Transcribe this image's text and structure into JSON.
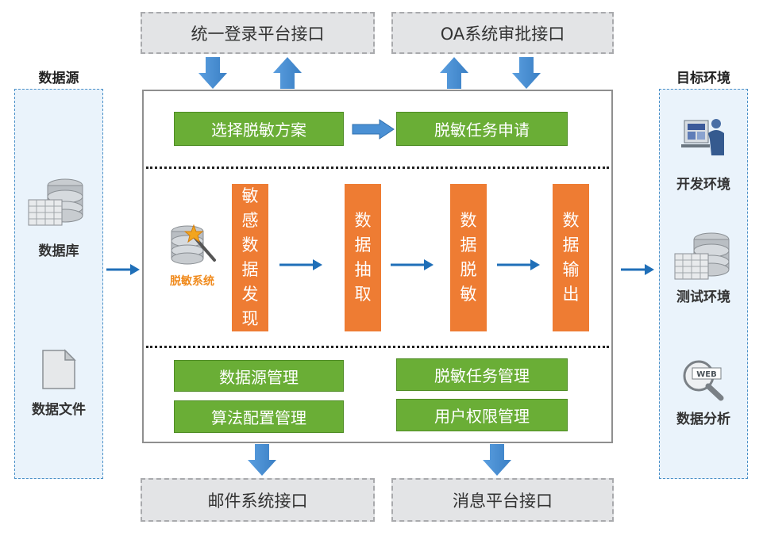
{
  "interfaces": {
    "top_left": "统一登录平台接口",
    "top_right": "OA系统审批接口",
    "bottom_left": "邮件系统接口",
    "bottom_right": "消息平台接口"
  },
  "source": {
    "title": "数据源",
    "items": [
      {
        "label": "数据库",
        "icon": "database-icon"
      },
      {
        "label": "数据文件",
        "icon": "file-icon"
      }
    ]
  },
  "target": {
    "title": "目标环境",
    "items": [
      {
        "label": "开发环境",
        "icon": "developer-icon"
      },
      {
        "label": "测试环境",
        "icon": "database-icon"
      },
      {
        "label": "数据分析",
        "icon": "web-search-icon"
      }
    ]
  },
  "main": {
    "top_row": [
      "选择脱敏方案",
      "脱敏任务申请"
    ],
    "logo_label": "脱敏系统",
    "process_steps": [
      "敏感数据发现",
      "数据抽取",
      "数据脱敏",
      "数据输出"
    ],
    "management": [
      "数据源管理",
      "算法配置管理",
      "脱敏任务管理",
      "用户权限管理"
    ]
  },
  "colors": {
    "green": "#6aae36",
    "orange": "#ee7c33",
    "arrow_blue": "#4a90d4",
    "flow_blue": "#1f6fb8",
    "interface_gray": "#e3e4e6"
  }
}
